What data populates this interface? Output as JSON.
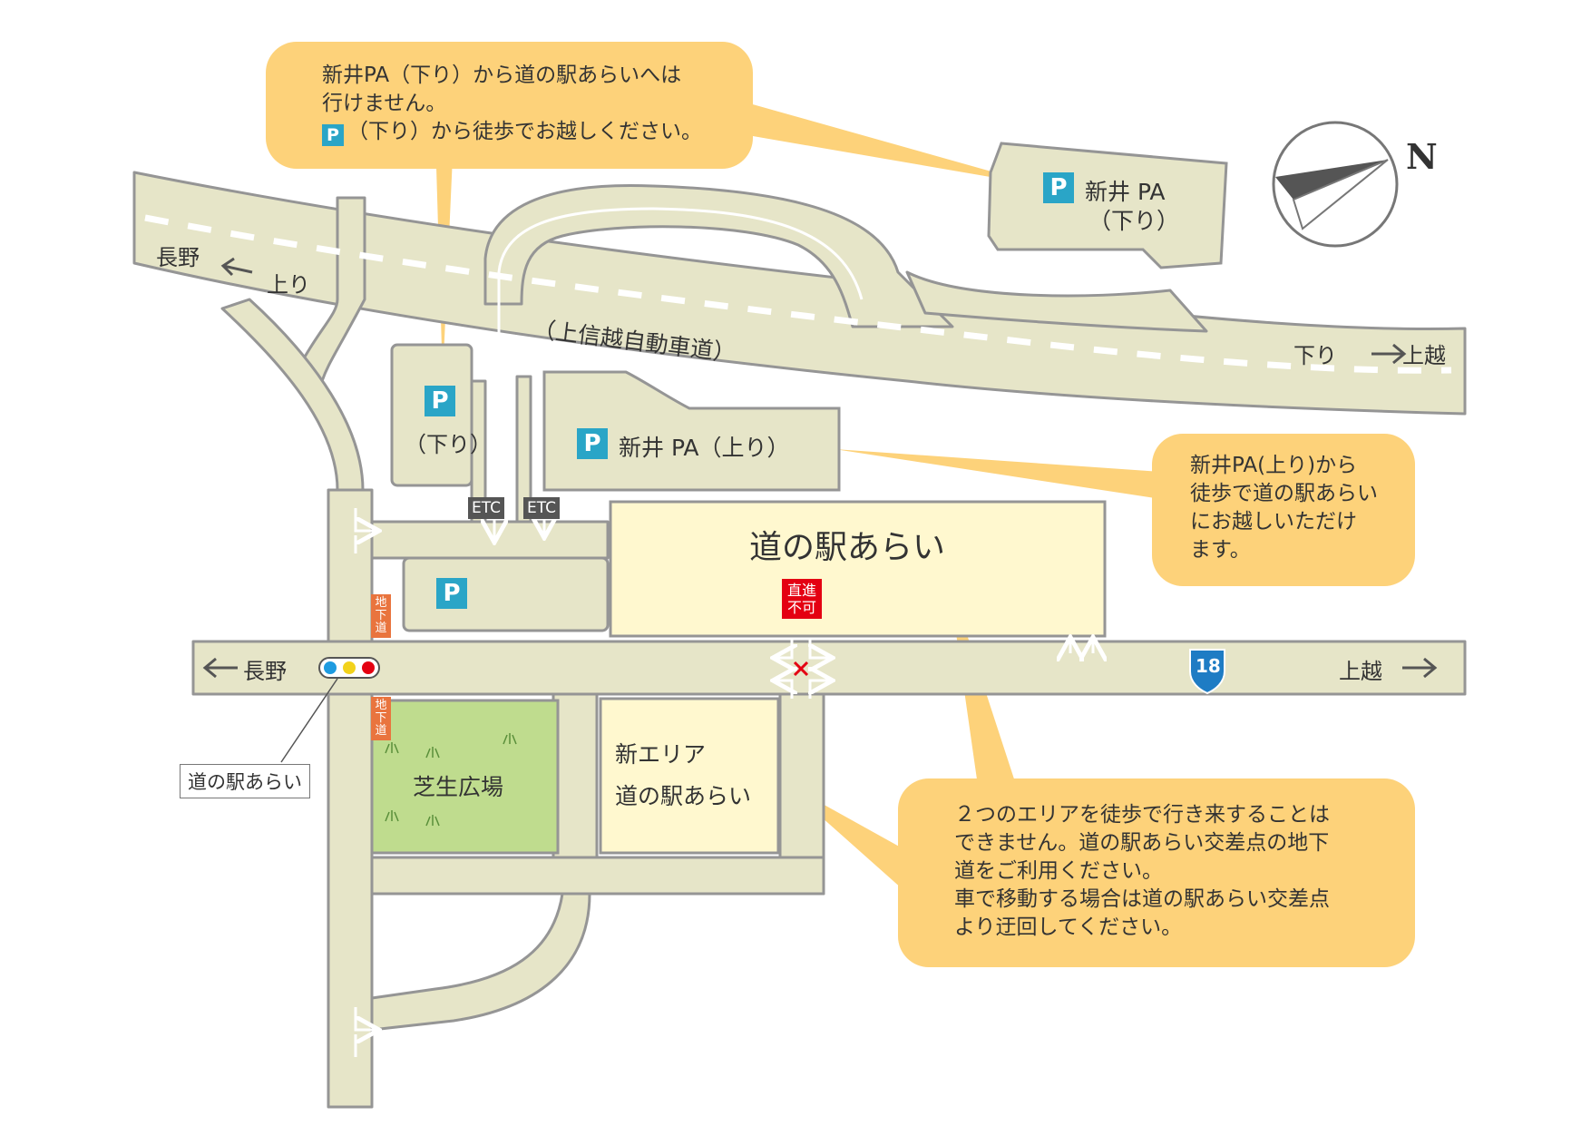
{
  "callouts": {
    "top_left": {
      "line1": "新井PA（下り）から道の駅あらいへは",
      "line2": "行けません。",
      "line3_badge": "P",
      "line3": "（下り）から徒歩でお越しください。"
    },
    "right": {
      "line1": "新井PA(上り)から",
      "line2": "徒歩で道の駅あらい",
      "line3": "にお越しいただけ",
      "line4": "ます。"
    },
    "bottom_right": {
      "line1": "２つのエリアを徒歩で行き来することは",
      "line2": "できません。道の駅あらい交差点の地下",
      "line3": "道をご利用ください。",
      "line4": "車で移動する場合は道の駅あらい交差点",
      "line5": "より迂回してください。"
    }
  },
  "highway": {
    "name": "（上信越自動車道）",
    "west_dest": "長野",
    "west_dir": "上り",
    "east_dir": "下り",
    "east_dest": "上越"
  },
  "route18": {
    "number": "18",
    "west_dest": "長野",
    "east_dest": "上越"
  },
  "parking": {
    "badge": "P",
    "pa_down_name": "新井 PA",
    "pa_down_dir": "（下り）",
    "p_down_label": "（下り）",
    "pa_up_label": "新井 PA（上り）"
  },
  "facilities": {
    "michi_no_eki": "道の駅あらい",
    "new_area_line1": "新エリア",
    "new_area_line2": "道の駅あらい",
    "lawn": "芝生広場",
    "intersection_label": "道の駅あらい",
    "no_straight_line1": "直進",
    "no_straight_line2": "不可",
    "underpass": "地下道"
  },
  "etc_labels": [
    "ETC",
    "ETC"
  ],
  "compass": {
    "north": "N"
  },
  "colors": {
    "road": "#e6e5c8",
    "road_edge": "#959595",
    "facility": "#fff8cf",
    "lawn": "#bfdc8e",
    "callout": "#fdd27a",
    "parking_badge": "#2aa5c7",
    "no_entry": "#e40012",
    "underpass": "#e9743e",
    "route_shield": "#1e7cc4"
  }
}
